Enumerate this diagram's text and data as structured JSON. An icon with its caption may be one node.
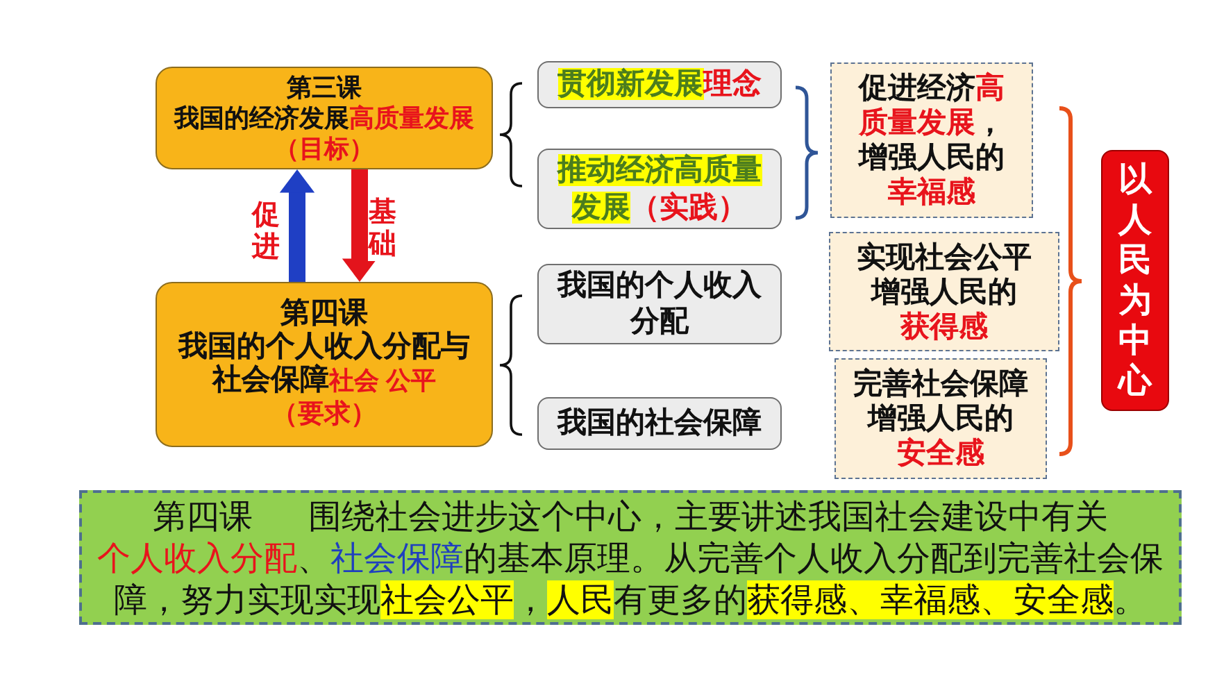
{
  "diagram": {
    "nodes": [
      {
        "text": [
          "第三课",
          "我国的经济发展",
          "高质量发展",
          "（目标）"
        ]
      },
      {
        "text": [
          "第四课",
          "我国的个人收入分配与社会保障",
          "社会 公平",
          "（要求）"
        ]
      },
      {
        "text": [
          "贯彻新发展",
          "理念"
        ]
      },
      {
        "text": [
          "推动经济高质量发展",
          "（实践）"
        ]
      },
      {
        "text": [
          "我国的个人收入分配"
        ]
      },
      {
        "text": [
          "我国的社会保障"
        ]
      },
      {
        "text": [
          "促进经济",
          "高质量发展",
          "，增强人民的",
          "幸福感"
        ]
      },
      {
        "text": [
          "实现社会公平增强人民的",
          "获得感"
        ]
      },
      {
        "text": [
          "完善社会保障增强人民的",
          "安全感"
        ]
      },
      {
        "text": [
          "以人民为中心"
        ]
      },
      {
        "text": [
          "第四课",
          "围绕社会进步这个中心，主要讲述我国社会建设中有关",
          "个人收入分配",
          "、",
          "社会保障",
          "的基本原理。从完善个人收入分配到完善社会保障，努力实现实现",
          "社会公平",
          "，",
          "人民",
          "有更多的",
          "获得感、幸福感、安全感",
          "。"
        ]
      }
    ],
    "edges": [
      {
        "from": 1,
        "to": 0,
        "arrow": "to",
        "label": "促进",
        "color": "#1f3fc4"
      },
      {
        "from": 0,
        "to": 1,
        "arrow": "to",
        "label": "基础",
        "color": "#e3141c"
      }
    ]
  }
}
